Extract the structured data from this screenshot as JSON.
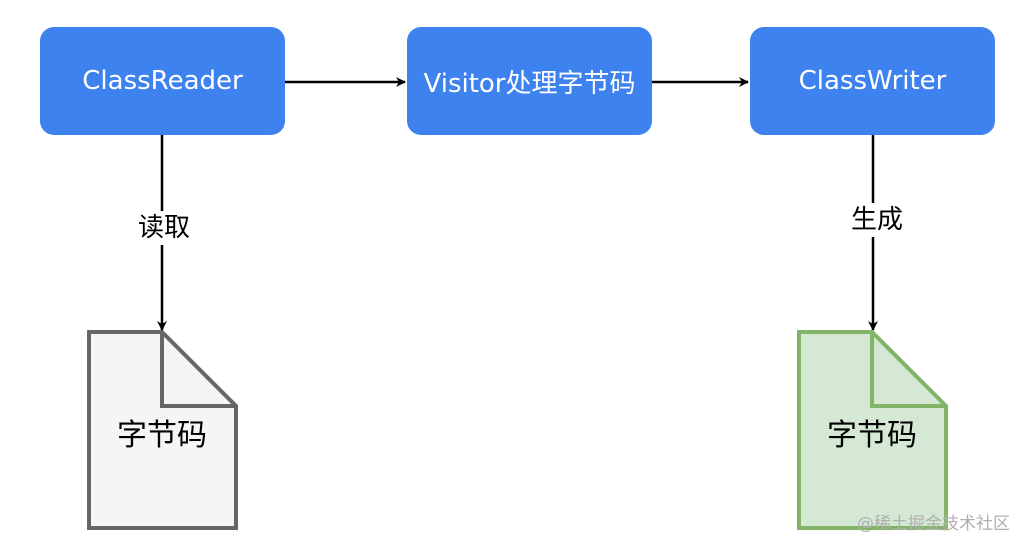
{
  "nodes": {
    "reader": "ClassReader",
    "visitor": "Visitor处理字节码",
    "writer": "ClassWriter"
  },
  "edges": {
    "read_label": "读取",
    "generate_label": "生成"
  },
  "documents": {
    "input_label": "字节码",
    "output_label": "字节码"
  },
  "watermark": "@稀土掘金技术社区",
  "colors": {
    "node_fill": "#3d82ee",
    "input_doc_fill": "#f5f5f5",
    "input_doc_stroke": "#666666",
    "output_doc_fill": "#d5e8d4",
    "output_doc_stroke": "#82b366"
  }
}
